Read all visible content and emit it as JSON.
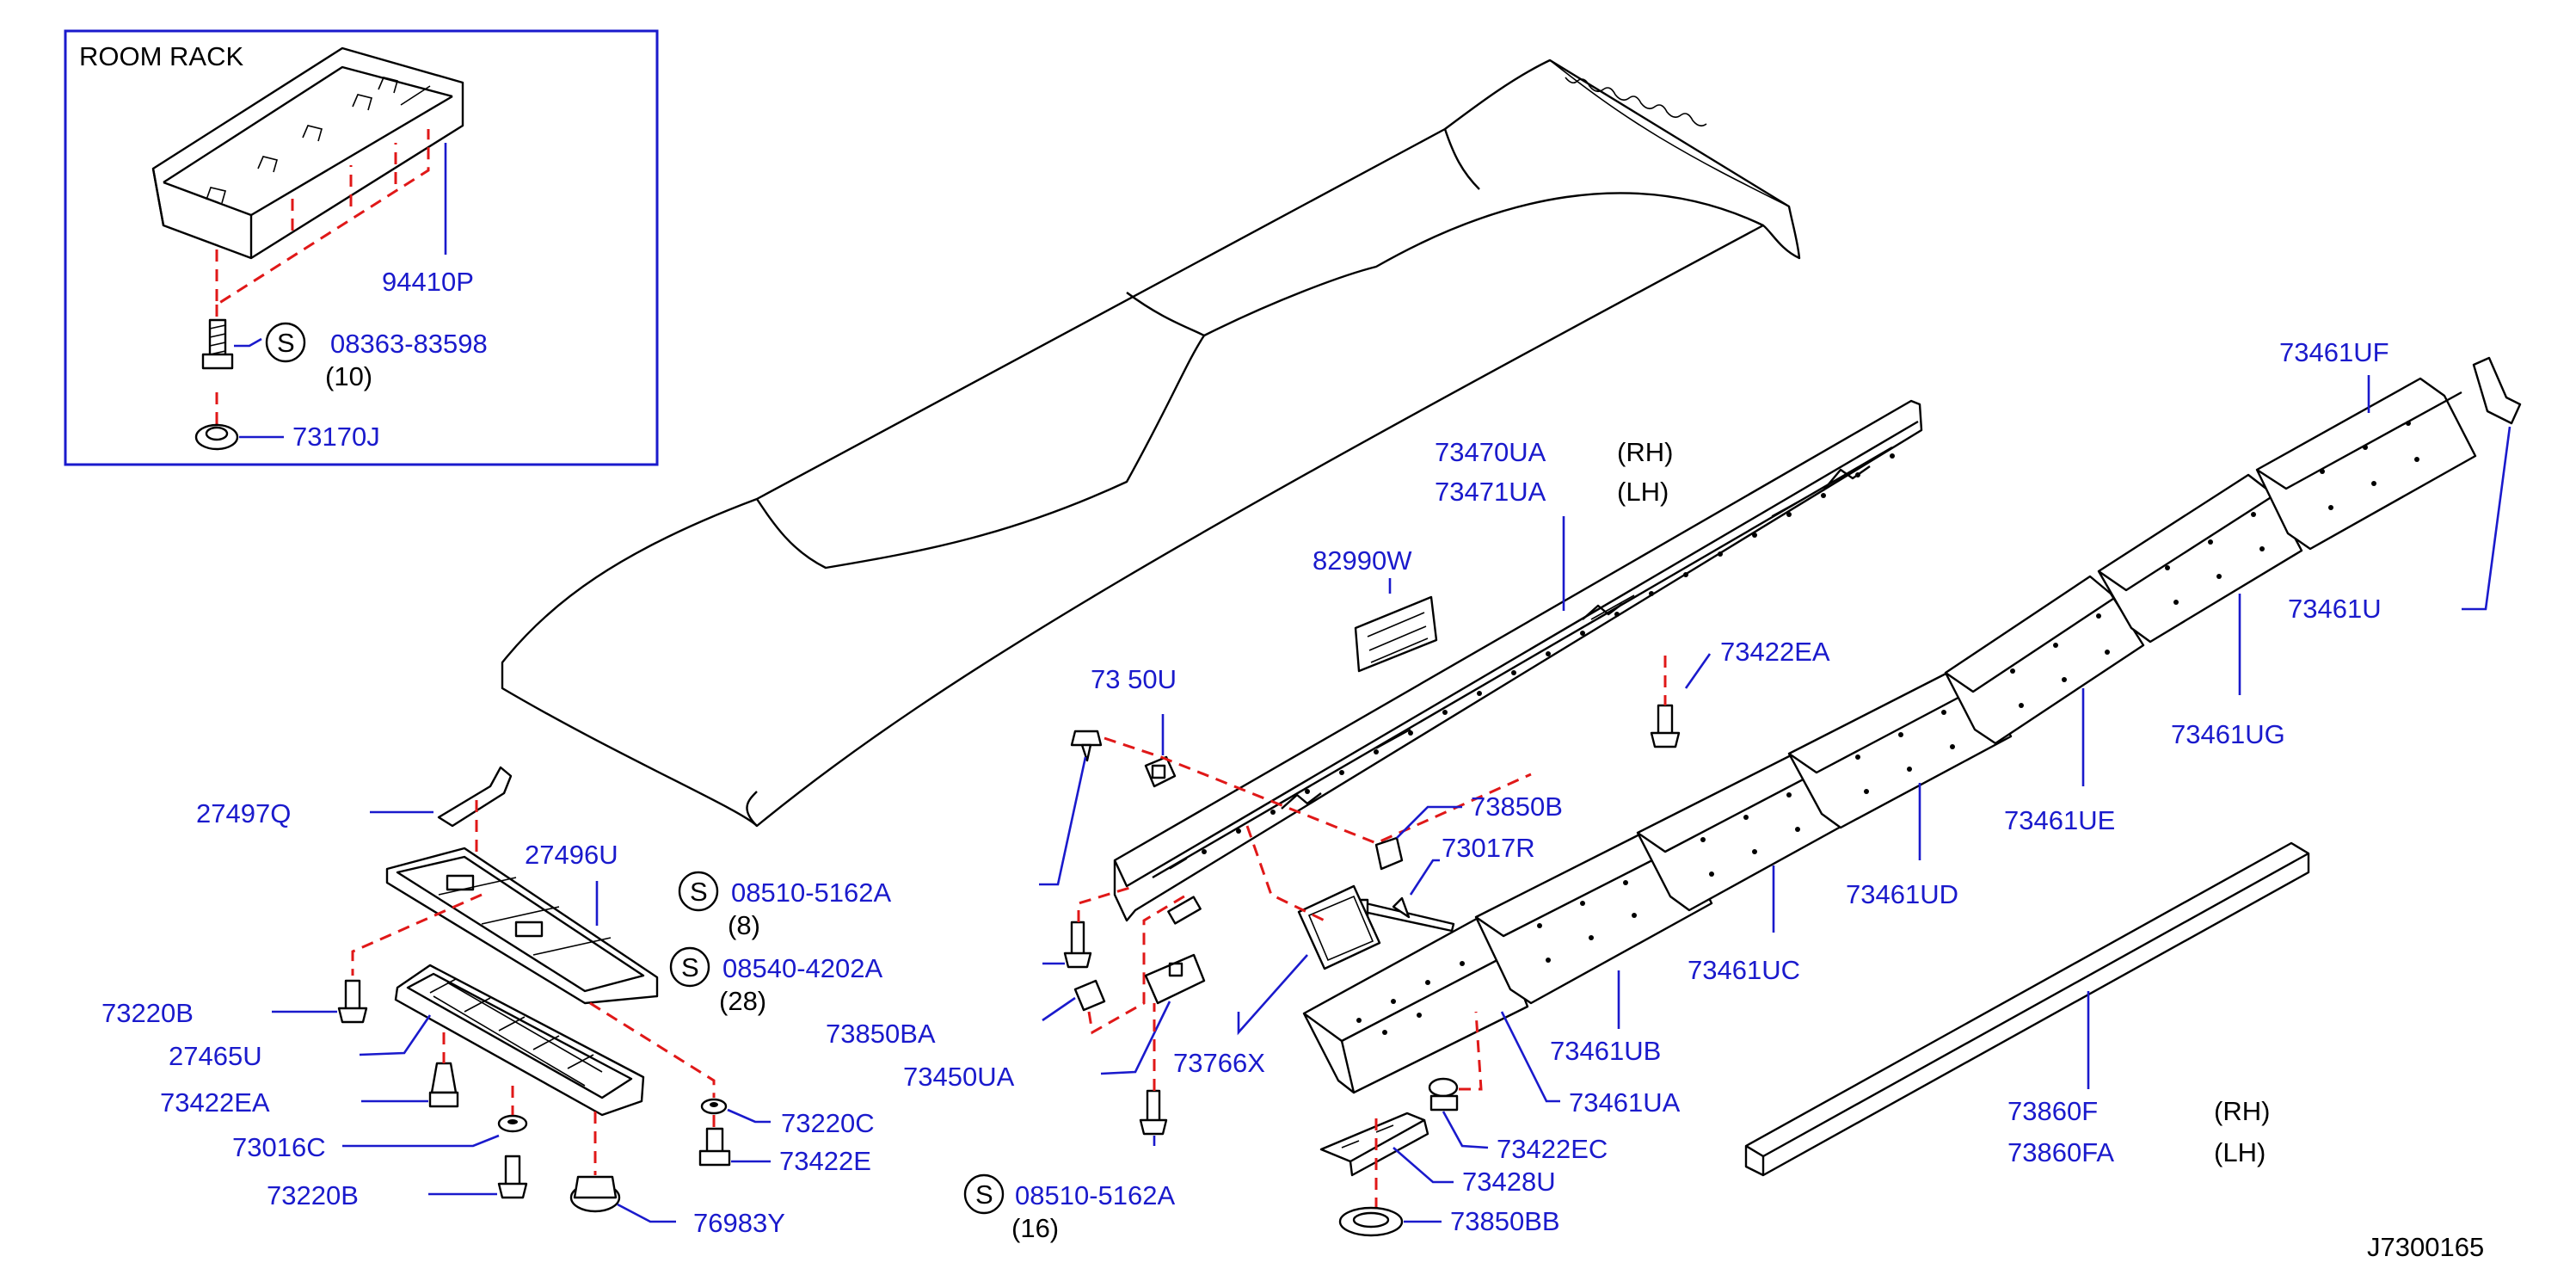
{
  "diagram_id": "J7300165",
  "inset": {
    "title": "ROOM   RACK",
    "parts": [
      {
        "number": "94410P"
      },
      {
        "number": "08363-83598",
        "symbol": "S",
        "qty": "(10)"
      },
      {
        "number": "73170J"
      }
    ]
  },
  "labels": {
    "p73470UA": "73470UA",
    "p73471UA": "73471UA",
    "rh1": "(RH)",
    "lh1": "(LH)",
    "p82990W": "82990W",
    "p73450U": "73   50U",
    "p7342x": "73422EA",
    "p73850B": "73850B",
    "p73017R": "73017R",
    "p27497Q": "27497Q",
    "p27496U": "27496U",
    "p73220B_1": "73220B",
    "p27465U": "27465U",
    "p73422EA": "73422EA",
    "p73016C": "73016C",
    "p73220B_2": "73220B",
    "p76983Y": "76983Y",
    "p73220C": "73220C",
    "p73422E": "73422E",
    "s1_num": "08510-5162A",
    "s1_qty": "(8)",
    "s2_num": "08540-4202A",
    "s2_qty": "(28)",
    "s3_num": "08510-5162A",
    "s3_qty": "(16)",
    "s_symbol": "S",
    "p73850BA": "73850BA",
    "p73450UA": "73450UA",
    "p73766X": "73766X",
    "p73461UA": "73461UA",
    "p73422EC": "73422EC",
    "p73428U": "73428U",
    "p73850BB": "73850BB",
    "p73461UB": "73461UB",
    "p73461UC": "73461UC",
    "p73461UD": "73461UD",
    "p73461UE": "73461UE",
    "p73461UG": "73461UG",
    "p73461U": "73461U",
    "p73461UF": "73461UF",
    "p73860F": "73860F",
    "p73860FA": "73860FA",
    "rh2": "(RH)",
    "lh2": "(LH)"
  },
  "colors": {
    "label": "#1a1acc",
    "leader_dash": "#e01818",
    "drawing": "#000000"
  }
}
